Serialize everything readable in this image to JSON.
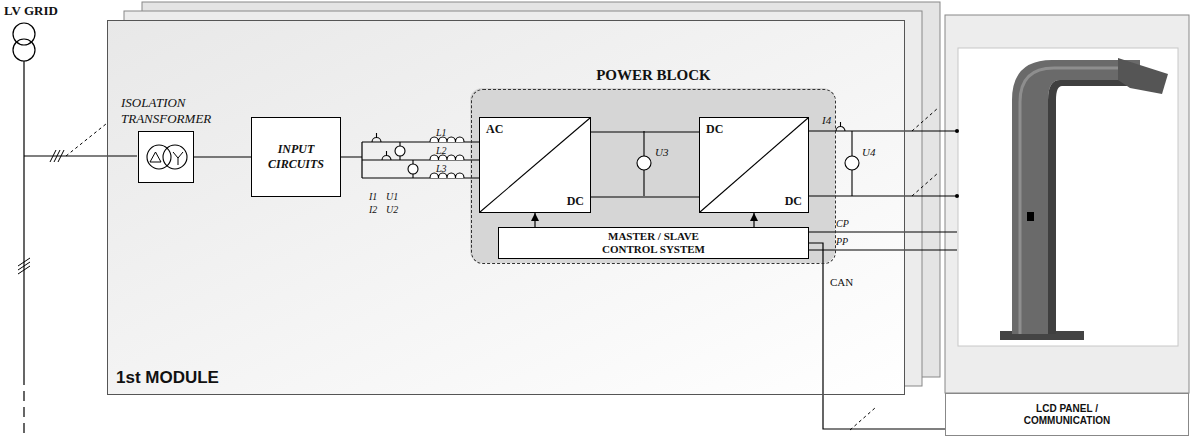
{
  "diagram": {
    "nodes": [
      {
        "text": [
          "1st MODULE"
        ]
      },
      {
        "text": [
          "ISOLATION TRANSFORMER"
        ],
        "in": 0
      },
      {
        "text": [
          "INPUT CIRCUITS"
        ],
        "in": 0
      },
      {
        "text": [
          "POWER BLOCK"
        ],
        "in": 0
      },
      {
        "text": [
          "AC",
          "DC"
        ],
        "in": 3
      },
      {
        "text": [
          "DC",
          "DC"
        ],
        "in": 3
      },
      {
        "text": [
          "MASTER / SLAVE CONTROL SYSTEM"
        ],
        "in": 3
      },
      {
        "text": [
          "LCD PANEL / COMMUNICATION"
        ]
      }
    ],
    "edges": [
      {
        "from": 1,
        "to": 2,
        "arrow": "none"
      },
      {
        "from": 2,
        "to": 4,
        "arrow": "none"
      },
      {
        "from": 4,
        "to": 5,
        "arrow": "none"
      },
      {
        "from": 6,
        "to": 4,
        "arrow": "to"
      },
      {
        "from": 6,
        "to": 5,
        "arrow": "to"
      },
      {
        "from": 6,
        "to": 7,
        "label": "CAN",
        "arrow": "none"
      }
    ],
    "labels": [
      "LV GRID",
      "L1",
      "L2",
      "L3",
      "I1",
      "U1",
      "I2",
      "U2",
      "U3",
      "I4",
      "U4",
      "CP",
      "PP"
    ]
  }
}
